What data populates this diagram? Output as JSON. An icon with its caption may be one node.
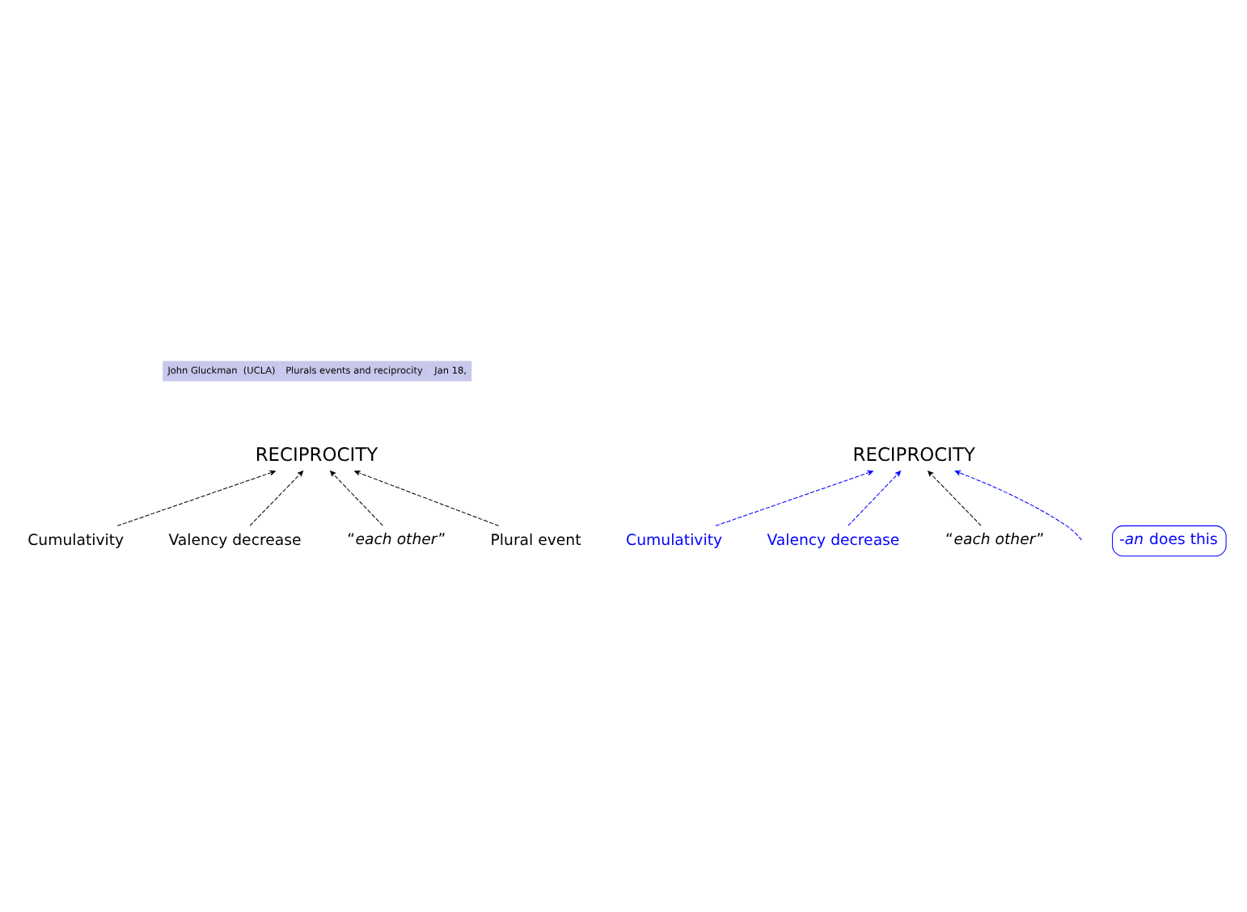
{
  "diagram": {
    "nodes": [
      {
        "text": [
          "RECIPROCITY"
        ]
      },
      {
        "text": [
          "Cumulativity"
        ]
      },
      {
        "text": [
          "Valency decrease"
        ]
      },
      {
        "text": [
          "“*each other*”"
        ]
      },
      {
        "text": [
          "Plural event"
        ]
      },
      {
        "text": [
          "RECIPROCITY"
        ]
      },
      {
        "text": [
          "*-an* does this"
        ]
      },
      {
        "text": [
          "Cumulativity"
        ]
      },
      {
        "text": [
          "Valency decrease"
        ]
      },
      {
        "text": [
          "“*each other*”"
        ]
      }
    ],
    "edges": [
      {
        "from": 1,
        "to": 0,
        "arrow": "to",
        "style": "dashed"
      },
      {
        "from": 4,
        "to": 0,
        "arrow": "to",
        "style": "dashed"
      },
      {
        "from": 2,
        "to": 0,
        "arrow": "to",
        "style": "dashed"
      },
      {
        "from": 3,
        "to": 0,
        "arrow": "to",
        "style": "dashed"
      },
      {
        "from": 7,
        "to": 5,
        "arrow": "to",
        "style": "dashed",
        "color": "#0000ff"
      },
      {
        "from": null,
        "to": 5,
        "arrow": "to",
        "style": "dashed",
        "color": "#0000ff"
      },
      {
        "from": 8,
        "to": 5,
        "arrow": "to",
        "style": "dashed",
        "color": "#0000ff"
      },
      {
        "from": 9,
        "to": 5,
        "arrow": "to",
        "style": "dashed"
      }
    ],
    "labels": [
      "John Gluckman  (UCLA)",
      "Plurals events and reciprocity",
      "Jan 18,"
    ]
  }
}
